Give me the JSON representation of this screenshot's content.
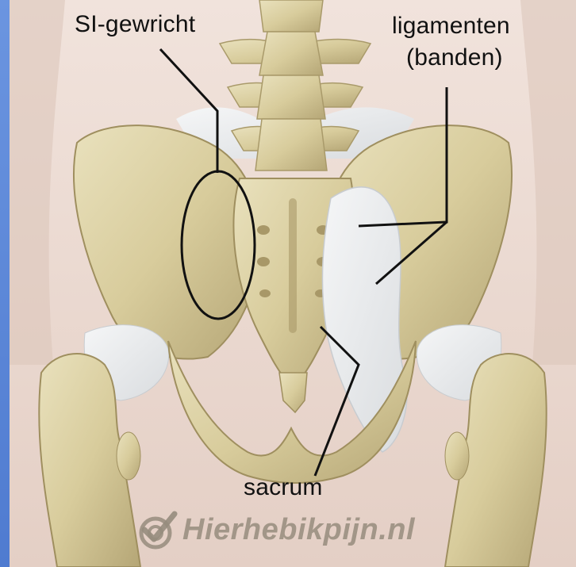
{
  "labels": {
    "si_joint": "SI-gewricht",
    "ligaments_line1": "ligamenten",
    "ligaments_line2": "(banden)",
    "sacrum": "sacrum"
  },
  "watermark": {
    "text": "Hierhebikpijn.nl",
    "icon": "checkmark-target-logo-icon"
  },
  "colors": {
    "border": "#5b86d6",
    "bone": "#ddd3a8",
    "skin": "#ead8cf",
    "ligament": "#eceef0",
    "leader": "#111111"
  }
}
